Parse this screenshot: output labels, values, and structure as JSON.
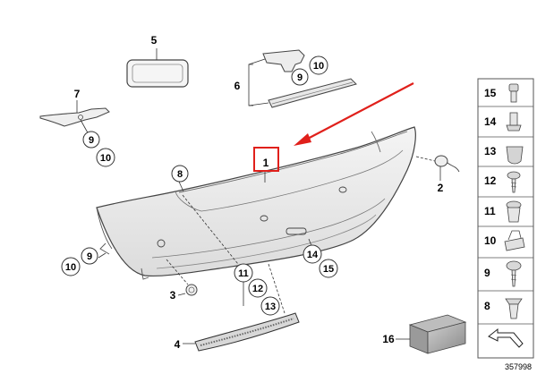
{
  "diagram": {
    "highlight_color": "#e0201b",
    "part_labels": {
      "p1": "1",
      "p2": "2",
      "p3": "3",
      "p4": "4",
      "p5": "5",
      "p6": "6",
      "p7": "7",
      "p8": "8",
      "p9a": "9",
      "p10a": "10",
      "p9b": "9",
      "p10b": "10",
      "p9c": "9",
      "p10c": "10",
      "p11": "11",
      "p12": "12",
      "p13": "13",
      "p14": "14",
      "p15": "15",
      "p16": "16"
    },
    "legend": [
      {
        "num": "15",
        "icon": "cap-nut-icon"
      },
      {
        "num": "14",
        "icon": "clip-nut-icon"
      },
      {
        "num": "13",
        "icon": "rubber-cap-icon"
      },
      {
        "num": "12",
        "icon": "screw-icon"
      },
      {
        "num": "11",
        "icon": "expanding-rivet-icon"
      },
      {
        "num": "10",
        "icon": "spring-nut-icon"
      },
      {
        "num": "9",
        "icon": "fillister-screw-icon"
      },
      {
        "num": "8",
        "icon": "plastic-rivet-icon"
      }
    ],
    "diagram_id": "357998"
  }
}
